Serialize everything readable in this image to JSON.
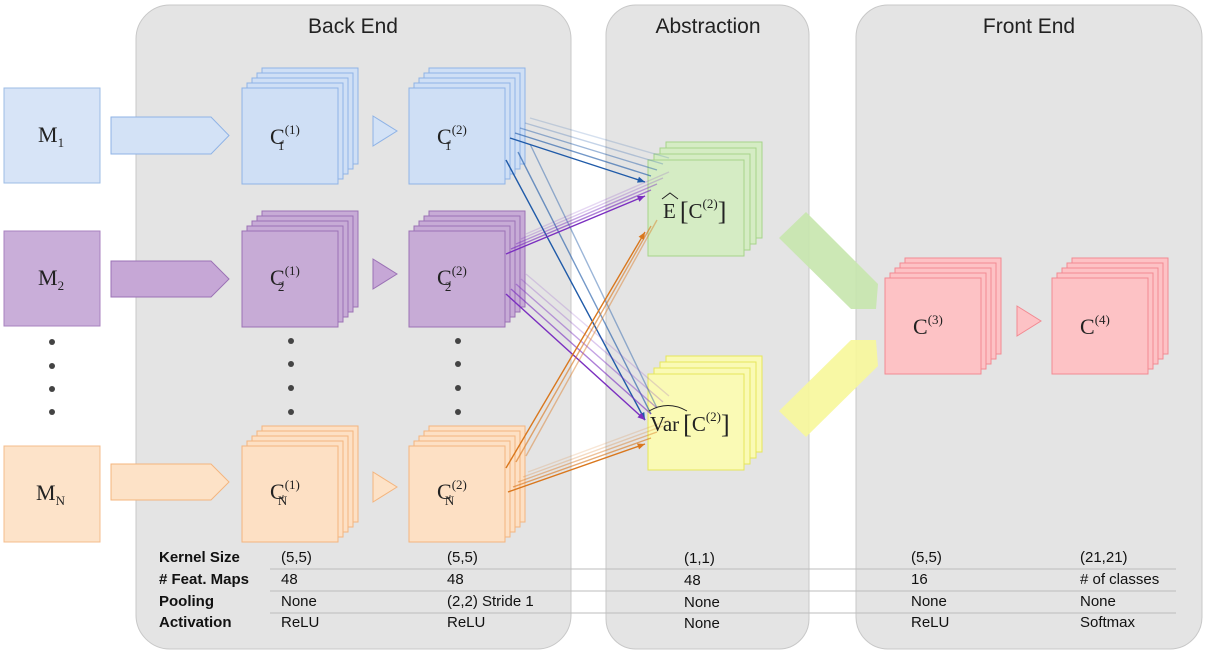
{
  "panels": {
    "back_end": {
      "title": "Back End"
    },
    "abstraction": {
      "title": "Abstraction"
    },
    "front_end": {
      "title": "Front End"
    }
  },
  "inputs": [
    {
      "base": "M",
      "sub": "1"
    },
    {
      "base": "M",
      "sub": "2"
    },
    {
      "base": "M",
      "sub": "N"
    }
  ],
  "conv1_maps": [
    {
      "base": "C",
      "sub": "1",
      "sup": "(1)"
    },
    {
      "base": "C",
      "sub": "2",
      "sup": "(1)"
    },
    {
      "base": "C",
      "sub": "N",
      "sup": "(1)"
    }
  ],
  "conv2_maps": [
    {
      "base": "C",
      "sub": "1",
      "sup": "(2)"
    },
    {
      "base": "C",
      "sub": "2",
      "sup": "(2)"
    },
    {
      "base": "C",
      "sub": "N",
      "sup": "(2)"
    }
  ],
  "abstraction_maps": {
    "expectation": {
      "op": "E",
      "arg": "C",
      "sup": "(2)"
    },
    "variance": {
      "op": "Var",
      "arg": "C",
      "sup": "(2)"
    }
  },
  "front_maps": {
    "c3": {
      "base": "C",
      "sup": "(3)"
    },
    "c4": {
      "base": "C",
      "sup": "(4)"
    }
  },
  "ellipsis": "⋮",
  "colors": {
    "panel": "#e4e4e4",
    "blue": "#cfdff5",
    "purple": "#c7abd6",
    "orange": "#fde0c4",
    "green": "#d5ecc4",
    "yellow": "#fafab5",
    "red": "#fdc2c5"
  },
  "table": {
    "row_labels": [
      "Kernel Size",
      "# Feat. Maps",
      "Pooling",
      "Activation"
    ],
    "columns": [
      {
        "values": [
          "(5,5)",
          "48",
          "None",
          "ReLU"
        ]
      },
      {
        "values": [
          "(5,5)",
          "48",
          "(2,2) Stride 1",
          "ReLU"
        ]
      },
      {
        "values": [
          "(1,1)",
          "48",
          "None",
          "None"
        ]
      },
      {
        "values": [
          "(5,5)",
          "16",
          "None",
          "ReLU"
        ]
      },
      {
        "values": [
          "(21,21)",
          "# of classes",
          "None",
          "Softmax"
        ]
      }
    ]
  }
}
